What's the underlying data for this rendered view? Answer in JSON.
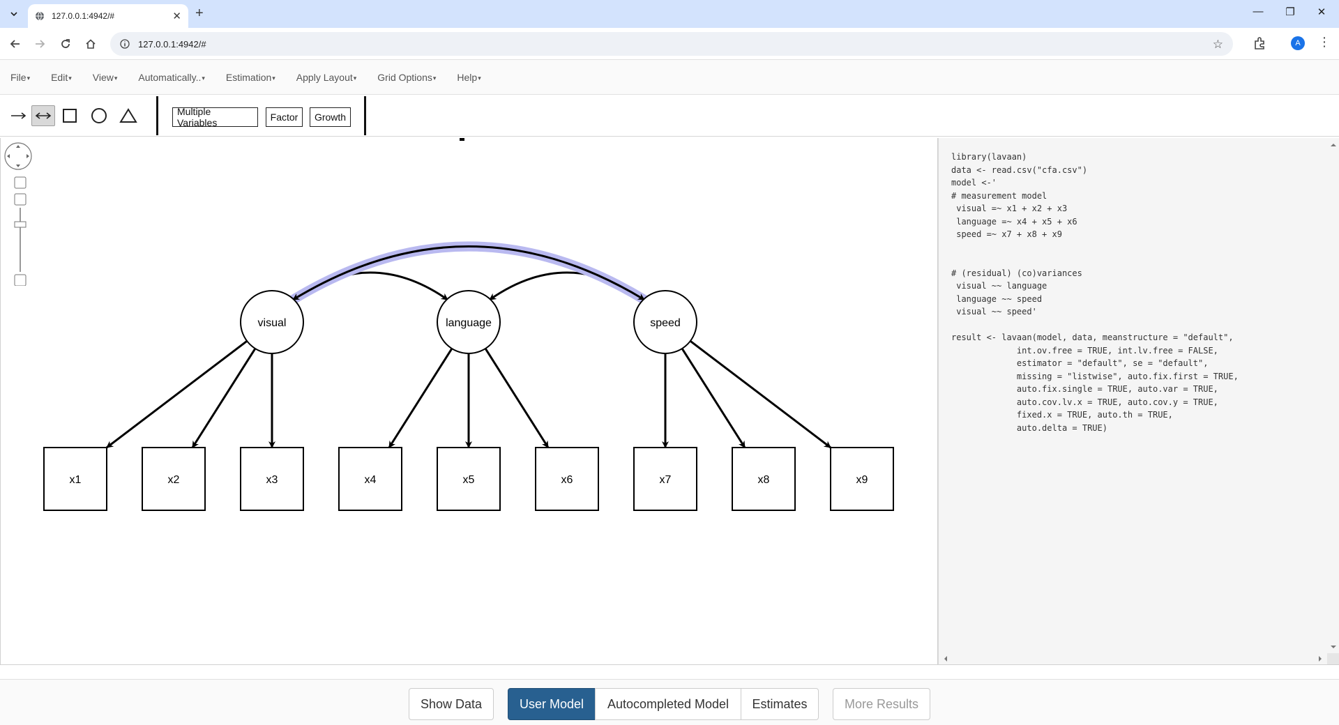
{
  "browser": {
    "tab_title": "127.0.0.1:4942/#",
    "url": "127.0.0.1:4942/#",
    "profile_initial": "A",
    "icons": [
      "tab-list-icon",
      "globe-icon",
      "close-icon",
      "new-tab-icon",
      "minimize-icon",
      "restore-icon",
      "window-close-icon",
      "back-icon",
      "forward-icon",
      "reload-icon",
      "home-icon",
      "site-info-icon",
      "star-icon",
      "extensions-icon",
      "menu-icon"
    ]
  },
  "menubar": {
    "items": [
      "File",
      "Edit",
      "View",
      "Automatically..",
      "Estimation",
      "Apply Layout",
      "Grid Options",
      "Help"
    ]
  },
  "tools": {
    "shapes": [
      "arrow-icon",
      "double-arrow-icon",
      "square-icon",
      "circle-icon",
      "triangle-icon"
    ],
    "buttons": [
      "Multiple Variables",
      "Factor",
      "Growth"
    ]
  },
  "diagram": {
    "latent": [
      "visual",
      "language",
      "speed"
    ],
    "observed": [
      "x1",
      "x2",
      "x3",
      "x4",
      "x5",
      "x6",
      "x7",
      "x8",
      "x9"
    ],
    "loadings": {
      "visual": [
        "x1",
        "x2",
        "x3"
      ],
      "language": [
        "x4",
        "x5",
        "x6"
      ],
      "speed": [
        "x7",
        "x8",
        "x9"
      ]
    },
    "covariances": [
      [
        "visual",
        "language"
      ],
      [
        "language",
        "speed"
      ],
      [
        "visual",
        "speed"
      ]
    ],
    "highlighted_covariance": [
      "visual",
      "speed"
    ],
    "highlight_color": "#b9b9f0"
  },
  "code": {
    "lines": [
      "library(lavaan)",
      "data <- read.csv(\"cfa.csv\")",
      "model <-'",
      "# measurement model",
      " visual =~ x1 + x2 + x3",
      " language =~ x4 + x5 + x6",
      " speed =~ x7 + x8 + x9",
      "",
      "",
      "# (residual) (co)variances",
      " visual ~~ language",
      " language ~~ speed",
      " visual ~~ speed'",
      "",
      "result <- lavaan(model, data, meanstructure = \"default\",",
      "             int.ov.free = TRUE, int.lv.free = FALSE,",
      "             estimator = \"default\", se = \"default\",",
      "             missing = \"listwise\", auto.fix.first = TRUE,",
      "             auto.fix.single = TRUE, auto.var = TRUE,",
      "             auto.cov.lv.x = TRUE, auto.cov.y = TRUE,",
      "             fixed.x = TRUE, auto.th = TRUE,",
      "             auto.delta = TRUE)"
    ]
  },
  "bottom": {
    "show_data": "Show Data",
    "user_model": "User Model",
    "autocompleted_model": "Autocompleted Model",
    "estimates": "Estimates",
    "more_results": "More Results"
  },
  "colors": {
    "primary": "#286090",
    "chrome_tabbar": "#d3e3fd"
  }
}
